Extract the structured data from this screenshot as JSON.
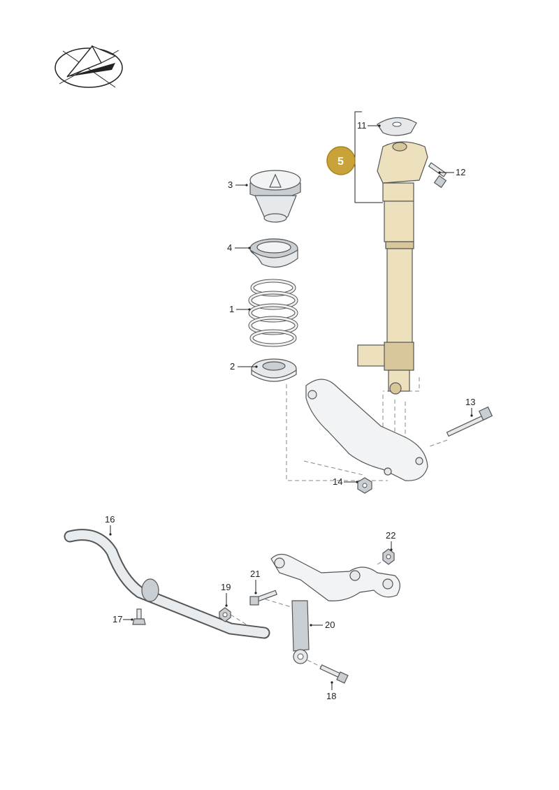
{
  "callouts": {
    "c1": "1",
    "c2": "2",
    "c3": "3",
    "c4": "4",
    "c5": "5",
    "c11": "11",
    "c12": "12",
    "c13": "13",
    "c14": "14",
    "c16": "16",
    "c17": "17",
    "c18": "18",
    "c19": "19",
    "c20": "20",
    "c21": "21",
    "c22": "22"
  },
  "colors": {
    "highlight_part": "#ece0bd",
    "badge_fill": "#c9a23a",
    "part_grey": "#e6e9ec",
    "line": "#222222"
  },
  "icons": {
    "logo": "rotation-direction-emblem-icon"
  }
}
